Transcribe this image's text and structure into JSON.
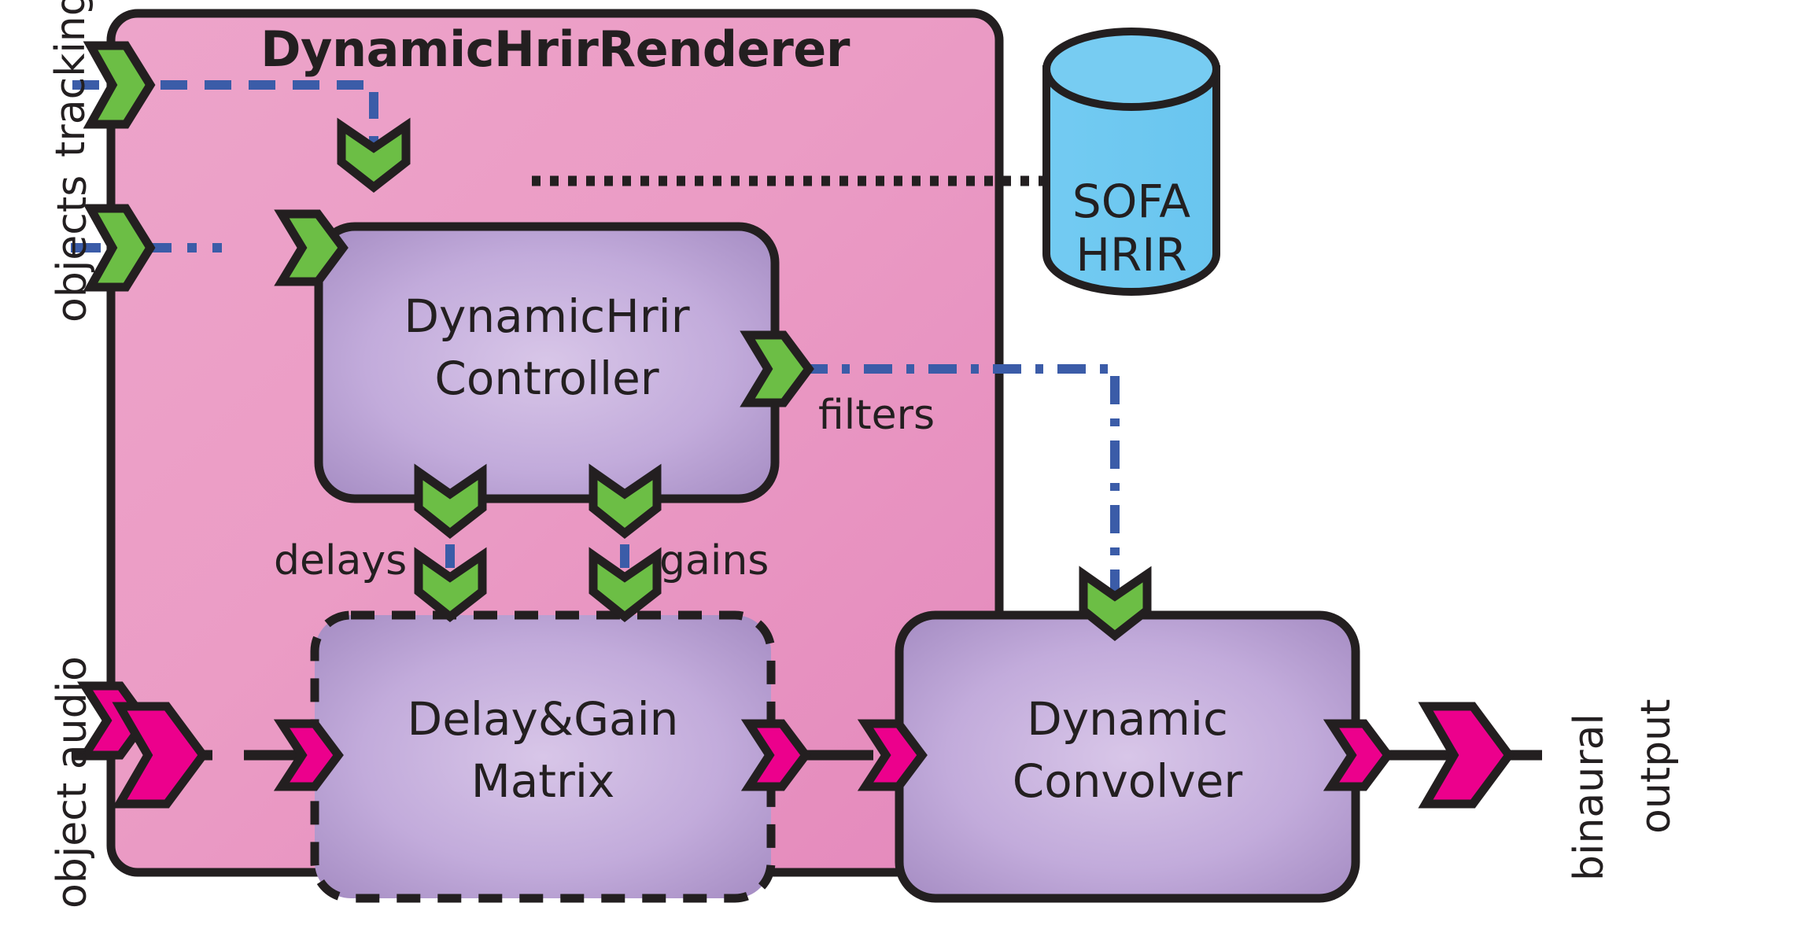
{
  "diagram": {
    "title": "DynamicHrirRenderer",
    "external_labels": {
      "tracking": "tracking",
      "objects": "objects",
      "object_audio": "object audio",
      "binaural_output_line1": "binaural",
      "binaural_output_line2": "output"
    },
    "database": {
      "line1": "SOFA",
      "line2": "HRIR"
    },
    "blocks": [
      {
        "id": "controller",
        "line1": "DynamicHrir",
        "line2": "Controller",
        "border": "solid"
      },
      {
        "id": "delay-gain-matrix",
        "line1": "Delay&Gain",
        "line2": "Matrix",
        "border": "dashed"
      },
      {
        "id": "dynamic-convolver",
        "line1": "Dynamic",
        "line2": "Convolver",
        "border": "solid"
      }
    ],
    "signal_labels": {
      "filters": "filters",
      "delays": "delays",
      "gains": "gains"
    },
    "colors": {
      "outer_fill_light": "#f0a8cd",
      "outer_fill_dark": "#e58fc0",
      "block_fill_center": "#cbb4e0",
      "block_fill_edge": "#a98fc4",
      "db_fill": "#6ec9f0",
      "port_control": "#6cbe45",
      "port_audio": "#ec008c",
      "stroke": "#231f20",
      "signal_blue": "#3b5ca8"
    }
  }
}
